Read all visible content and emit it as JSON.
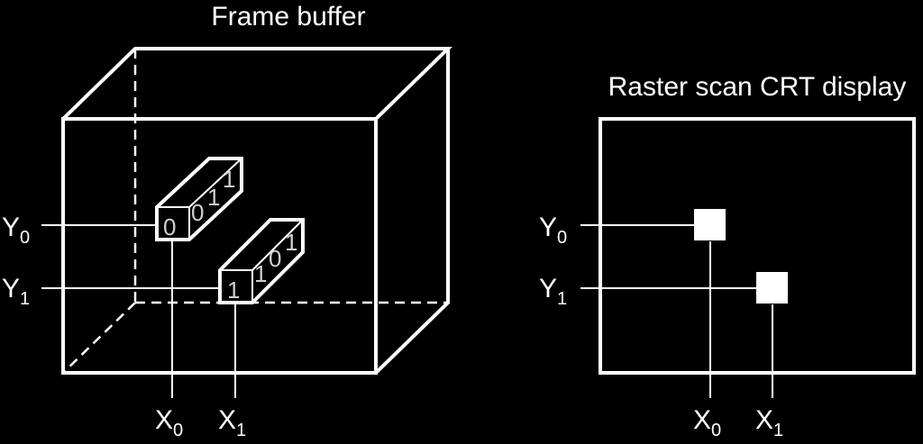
{
  "frame_buffer": {
    "title": "Frame buffer",
    "cell_a_bits": [
      "0",
      "0",
      "1",
      "1"
    ],
    "cell_b_bits": [
      "1",
      "1",
      "0",
      "1"
    ],
    "y_labels": [
      {
        "letter": "Y",
        "sub": "0"
      },
      {
        "letter": "Y",
        "sub": "1"
      }
    ],
    "x_labels": [
      {
        "letter": "X",
        "sub": "0"
      },
      {
        "letter": "X",
        "sub": "1"
      }
    ]
  },
  "display": {
    "title": "Raster scan CRT display",
    "y_labels": [
      {
        "letter": "Y",
        "sub": "0"
      },
      {
        "letter": "Y",
        "sub": "1"
      }
    ],
    "x_labels": [
      {
        "letter": "X",
        "sub": "0"
      },
      {
        "letter": "X",
        "sub": "1"
      }
    ]
  },
  "colors": {
    "background": "#000000",
    "foreground": "#ffffff",
    "bit_text": "#cfcfcf"
  }
}
